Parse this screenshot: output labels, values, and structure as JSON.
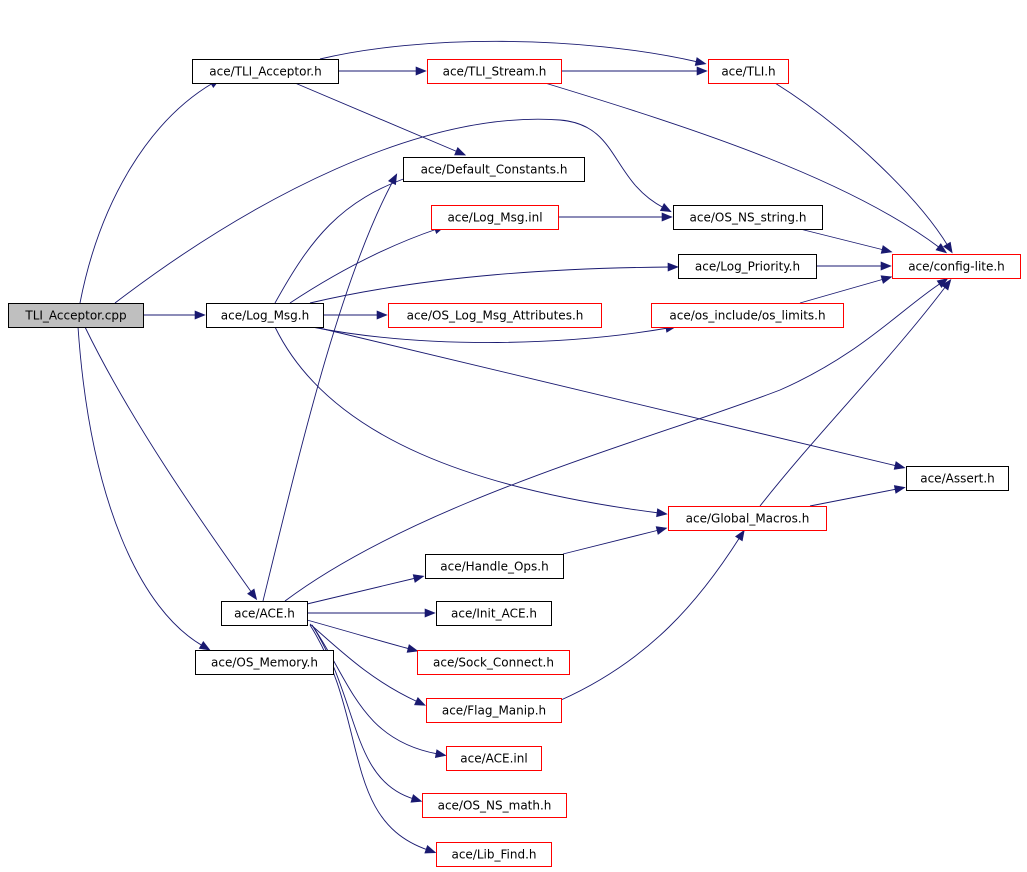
{
  "colors": {
    "edge": "#191970",
    "root_fill": "#bfbfbf",
    "root_border": "#000000",
    "normal_border": "#000000",
    "truncated_border": "#ff0000",
    "node_fill": "#ffffff",
    "text": "#000000"
  },
  "nodes": [
    {
      "id": "root",
      "label": "TLI_Acceptor.cpp",
      "style": "root"
    },
    {
      "id": "tli_acceptor_h",
      "label": "ace/TLI_Acceptor.h",
      "style": "normal"
    },
    {
      "id": "tli_stream_h",
      "label": "ace/TLI_Stream.h",
      "style": "truncated"
    },
    {
      "id": "tli_h",
      "label": "ace/TLI.h",
      "style": "truncated"
    },
    {
      "id": "default_constants_h",
      "label": "ace/Default_Constants.h",
      "style": "normal"
    },
    {
      "id": "log_msg_inl",
      "label": "ace/Log_Msg.inl",
      "style": "truncated"
    },
    {
      "id": "os_ns_string_h",
      "label": "ace/OS_NS_string.h",
      "style": "normal"
    },
    {
      "id": "log_priority_h",
      "label": "ace/Log_Priority.h",
      "style": "normal"
    },
    {
      "id": "config_lite_h",
      "label": "ace/config-lite.h",
      "style": "truncated"
    },
    {
      "id": "log_msg_h",
      "label": "ace/Log_Msg.h",
      "style": "normal"
    },
    {
      "id": "os_log_msg_attributes_h",
      "label": "ace/OS_Log_Msg_Attributes.h",
      "style": "truncated"
    },
    {
      "id": "os_limits_h",
      "label": "ace/os_include/os_limits.h",
      "style": "truncated"
    },
    {
      "id": "assert_h",
      "label": "ace/Assert.h",
      "style": "normal"
    },
    {
      "id": "global_macros_h",
      "label": "ace/Global_Macros.h",
      "style": "truncated"
    },
    {
      "id": "handle_ops_h",
      "label": "ace/Handle_Ops.h",
      "style": "normal"
    },
    {
      "id": "ace_h",
      "label": "ace/ACE.h",
      "style": "normal"
    },
    {
      "id": "init_ace_h",
      "label": "ace/Init_ACE.h",
      "style": "normal"
    },
    {
      "id": "os_memory_h",
      "label": "ace/OS_Memory.h",
      "style": "normal"
    },
    {
      "id": "sock_connect_h",
      "label": "ace/Sock_Connect.h",
      "style": "truncated"
    },
    {
      "id": "flag_manip_h",
      "label": "ace/Flag_Manip.h",
      "style": "truncated"
    },
    {
      "id": "ace_inl",
      "label": "ace/ACE.inl",
      "style": "truncated"
    },
    {
      "id": "os_ns_math_h",
      "label": "ace/OS_NS_math.h",
      "style": "truncated"
    },
    {
      "id": "lib_find_h",
      "label": "ace/Lib_Find.h",
      "style": "truncated"
    }
  ],
  "edges": [
    {
      "from": "root",
      "to": "tli_acceptor_h"
    },
    {
      "from": "root",
      "to": "os_ns_string_h"
    },
    {
      "from": "root",
      "to": "log_msg_h"
    },
    {
      "from": "root",
      "to": "ace_h"
    },
    {
      "from": "root",
      "to": "os_memory_h"
    },
    {
      "from": "tli_acceptor_h",
      "to": "tli_stream_h"
    },
    {
      "from": "tli_acceptor_h",
      "to": "tli_h"
    },
    {
      "from": "tli_acceptor_h",
      "to": "default_constants_h"
    },
    {
      "from": "tli_stream_h",
      "to": "tli_h"
    },
    {
      "from": "tli_stream_h",
      "to": "config_lite_h"
    },
    {
      "from": "tli_h",
      "to": "config_lite_h"
    },
    {
      "from": "log_msg_h",
      "to": "default_constants_h"
    },
    {
      "from": "log_msg_h",
      "to": "log_msg_inl"
    },
    {
      "from": "log_msg_h",
      "to": "log_priority_h"
    },
    {
      "from": "log_msg_h",
      "to": "os_log_msg_attributes_h"
    },
    {
      "from": "log_msg_h",
      "to": "os_limits_h"
    },
    {
      "from": "log_msg_h",
      "to": "assert_h"
    },
    {
      "from": "log_msg_h",
      "to": "global_macros_h"
    },
    {
      "from": "log_msg_inl",
      "to": "os_ns_string_h"
    },
    {
      "from": "os_ns_string_h",
      "to": "config_lite_h"
    },
    {
      "from": "log_priority_h",
      "to": "config_lite_h"
    },
    {
      "from": "os_limits_h",
      "to": "config_lite_h"
    },
    {
      "from": "global_macros_h",
      "to": "config_lite_h"
    },
    {
      "from": "global_macros_h",
      "to": "assert_h"
    },
    {
      "from": "ace_h",
      "to": "default_constants_h"
    },
    {
      "from": "ace_h",
      "to": "config_lite_h"
    },
    {
      "from": "ace_h",
      "to": "handle_ops_h"
    },
    {
      "from": "ace_h",
      "to": "init_ace_h"
    },
    {
      "from": "ace_h",
      "to": "sock_connect_h"
    },
    {
      "from": "ace_h",
      "to": "flag_manip_h"
    },
    {
      "from": "ace_h",
      "to": "ace_inl"
    },
    {
      "from": "ace_h",
      "to": "os_ns_math_h"
    },
    {
      "from": "ace_h",
      "to": "lib_find_h"
    },
    {
      "from": "handle_ops_h",
      "to": "global_macros_h"
    },
    {
      "from": "flag_manip_h",
      "to": "global_macros_h"
    }
  ]
}
